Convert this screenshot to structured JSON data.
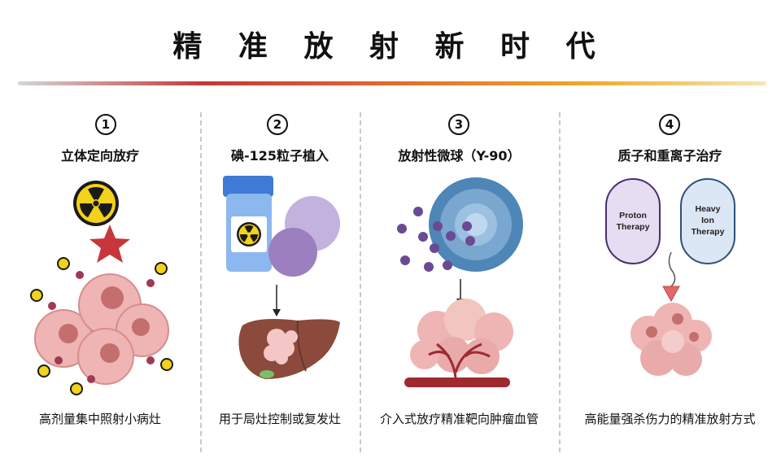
{
  "title": "精 准 放 射 新 时 代",
  "colors": {
    "gradient": [
      "#d6d6d6",
      "#c73636",
      "#e36a2e",
      "#efa628",
      "#f6e7b2"
    ],
    "tissue_pink": "#f1b3b3",
    "tumor_red": "#b3484c",
    "sphere_purple": "#9b7fbf",
    "microsphere_blue": "#4d86b7",
    "proton_lavender": "#e6ddf3",
    "ion_blue": "#dce7f5",
    "liver": "#8b4a3b"
  },
  "panels": [
    {
      "number": "1",
      "heading": "立体定向放疗",
      "caption": "高剂量集中照射小病灶",
      "icons": [
        "radiation-icon",
        "star-icon",
        "tumor-cluster-icon"
      ]
    },
    {
      "number": "2",
      "heading": "碘-125粒子植入",
      "caption": "用于局灶控制或复发灶",
      "icons": [
        "pill-bottle-icon",
        "radiation-icon",
        "liver-icon"
      ]
    },
    {
      "number": "3",
      "heading": "放射性微球（Y-90）",
      "caption": "介入式放疗精准靶向肿瘤血管",
      "icons": [
        "microsphere-icon",
        "blood-vessel-icon",
        "tumor-cluster-icon"
      ]
    },
    {
      "number": "4",
      "heading": "质子和重离子治疗",
      "caption": "高能量强杀伤力的精准放射方式",
      "icons": [
        "proton-pill-icon",
        "ion-pill-icon",
        "tumor-cluster-icon"
      ],
      "proton_label": [
        "Proton",
        "Therapy"
      ],
      "ion_label": [
        "Heavy",
        "Ion",
        "Therapy"
      ]
    }
  ]
}
